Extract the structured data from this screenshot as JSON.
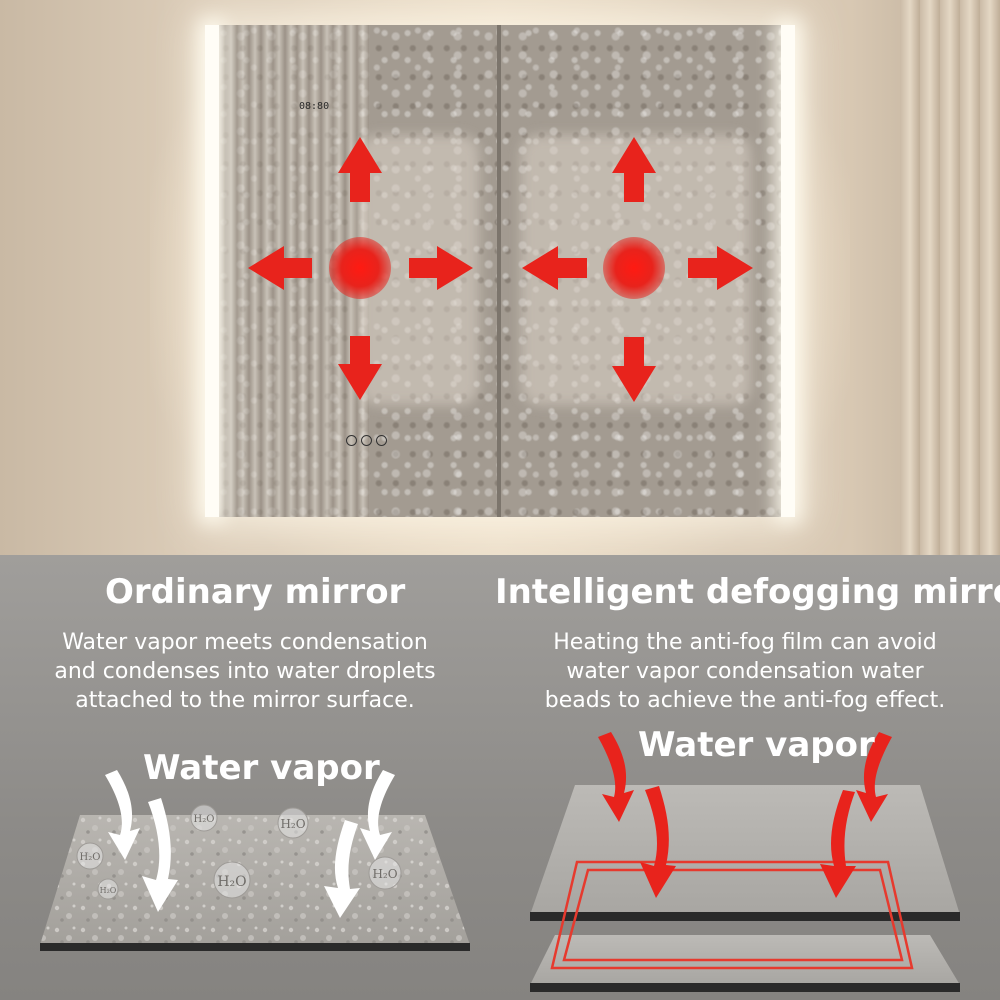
{
  "photo": {
    "clock_text": "08:80",
    "mirror_panes": [
      "ordinary",
      "defogging"
    ]
  },
  "left": {
    "title": "Ordinary mirror",
    "description": [
      "Water vapor meets condensation",
      "and condenses into water droplets",
      "attached to the mirror surface."
    ],
    "vapor_label": "Water vapor",
    "droplet_label": "H₂O"
  },
  "right": {
    "title": "Intelligent defogging mirror",
    "description": [
      "Heating the anti-fog film can avoid",
      "water vapor condensation water",
      "beads to achieve the anti-fog effect."
    ],
    "vapor_label": "Water vapor"
  },
  "colors": {
    "heat_red": "#e8231c",
    "arrow_white": "#ffffff",
    "heating_wire": "#e63a2e"
  },
  "icons": [
    "heat-source-icon",
    "arrow-icon",
    "water-droplet-icon",
    "heating-film-icon"
  ]
}
